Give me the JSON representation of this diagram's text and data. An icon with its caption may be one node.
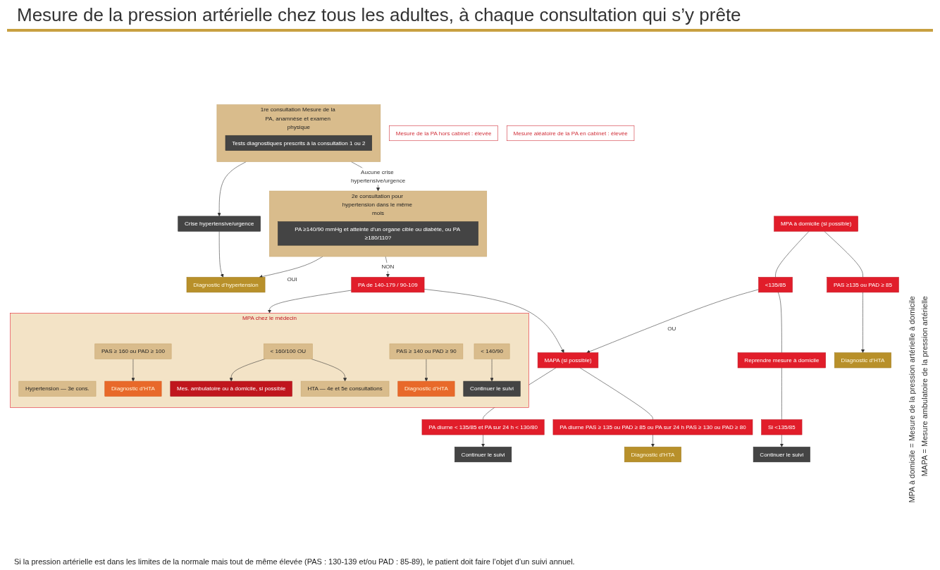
{
  "diagram": {
    "title": "Mesure de la pression artérielle chez tous les adultes, à chaque consultation qui s’y prête",
    "nodes": [
      {
        "text": [
          "Mesure de la PA hors cabinet : élevée"
        ]
      },
      {
        "text": [
          "Mesure aléatoire de la PA en cabinet : élevée"
        ]
      },
      {
        "text": [
          "1re consultation Mesure de la PA, anamnèse et examen physique"
        ]
      },
      {
        "text": [
          "Tests diagnostiques prescrits à la consultation 1 ou 2"
        ],
        "in": 2
      },
      {
        "text": [
          "Crise hypertensive/urgence"
        ]
      },
      {
        "text": [
          "2e consultation pour hypertension dans le même mois"
        ]
      },
      {
        "text": [
          "PA ≥140/90 mmHg et atteinte d’un organe cible ou diabète, ou PA ≥180/110?"
        ],
        "in": 5
      },
      {
        "text": [
          "Diagnostic d’hypertension"
        ]
      },
      {
        "text": [
          "PA de 140-179 / 90-109"
        ]
      },
      {
        "text": [
          "MPA chez le médecin"
        ]
      },
      {
        "text": [
          "Hypertension — 3e cons."
        ],
        "in": 9
      },
      {
        "text": [
          "PAS ≥ 160 ou PAD ≥ 100"
        ],
        "in": 9
      },
      {
        "text": [
          "Diagnostic d’HTA"
        ],
        "in": 9
      },
      {
        "text": [
          "< 160/100 OU"
        ],
        "in": 9
      },
      {
        "text": [
          "Mes. ambulatoire ou à domicile, si possible"
        ],
        "in": 9
      },
      {
        "text": [
          "HTA — 4e et 5e consultations"
        ],
        "in": 9
      },
      {
        "text": [
          "PAS ≥ 140 ou PAD ≥ 90"
        ],
        "in": 9
      },
      {
        "text": [
          "Diagnostic d’HTA"
        ],
        "in": 9
      },
      {
        "text": [
          "< 140/90"
        ],
        "in": 9
      },
      {
        "text": [
          "Continuer le suivi"
        ],
        "in": 9
      },
      {
        "text": [
          "MAPA (si possible)"
        ]
      },
      {
        "text": [
          "PA diurne < 135/85 et PA sur 24 h < 130/80"
        ]
      },
      {
        "text": [
          "PA diurne PAS ≥ 135 ou PAD ≥ 85 ou PA sur 24 h PAS ≥ 130 ou PAD ≥ 80"
        ]
      },
      {
        "text": [
          "Continuer le suivi"
        ]
      },
      {
        "text": [
          "Diagnostic d’HTA"
        ]
      },
      {
        "text": [
          "MPA à domicile (si possible)"
        ]
      },
      {
        "text": [
          "<135/85"
        ]
      },
      {
        "text": [
          "Reprendre mesure à domicile"
        ]
      },
      {
        "text": [
          "Si <135/85"
        ]
      },
      {
        "text": [
          "PAS ≥135 ou PAD ≥ 85"
        ]
      },
      {
        "text": [
          "Continuer le suivi"
        ]
      },
      {
        "text": [
          "Diagnostic d’HTA"
        ]
      }
    ],
    "edges": [
      {
        "from": 2,
        "to": 4,
        "arrow": "to"
      },
      {
        "from": 2,
        "to": 5,
        "arrow": "to",
        "label": "Aucune crise hypertensive/urgence"
      },
      {
        "from": 4,
        "to": 7,
        "arrow": "to"
      },
      {
        "from": 5,
        "to": 7,
        "arrow": "to",
        "label": "OUI"
      },
      {
        "from": 5,
        "to": 8,
        "arrow": "to",
        "label": "NON"
      },
      {
        "from": 8,
        "to": 9,
        "arrow": "to"
      },
      {
        "from": 8,
        "to": 20,
        "arrow": "to"
      },
      {
        "from": 11,
        "to": 12,
        "arrow": "to"
      },
      {
        "from": 13,
        "to": 14,
        "arrow": "to"
      },
      {
        "from": 13,
        "to": 15,
        "arrow": "to"
      },
      {
        "from": 16,
        "to": 17,
        "arrow": "to"
      },
      {
        "from": 18,
        "to": 19,
        "arrow": "to"
      },
      {
        "from": 20,
        "to": 21,
        "arrow": "none"
      },
      {
        "from": 20,
        "to": 22,
        "arrow": "none"
      },
      {
        "from": 21,
        "to": 23,
        "arrow": "to"
      },
      {
        "from": 22,
        "to": 24,
        "arrow": "to"
      },
      {
        "from": 25,
        "to": 26,
        "arrow": "none"
      },
      {
        "from": 25,
        "to": 29,
        "arrow": "none"
      },
      {
        "from": 26,
        "to": 27,
        "arrow": "none"
      },
      {
        "from": 27,
        "to": 28,
        "arrow": "none"
      },
      {
        "from": 28,
        "to": 30,
        "arrow": "to"
      },
      {
        "from": 29,
        "to": 31,
        "arrow": "to"
      },
      {
        "from": 26,
        "to": 20,
        "arrow": "to",
        "label": "OU"
      }
    ],
    "labels": [
      "Si la pression artérielle est dans les limites de la normale mais tout de même élevée (PAS : 130-139 et/ou PAD : 85-89), le patient doit faire l’objet d’un suivi annuel.",
      "MPA à domicile = Mesure de la pression artérielle à domicile",
      "MAPA = Mesure ambulatoire de la pression artérielle"
    ]
  }
}
